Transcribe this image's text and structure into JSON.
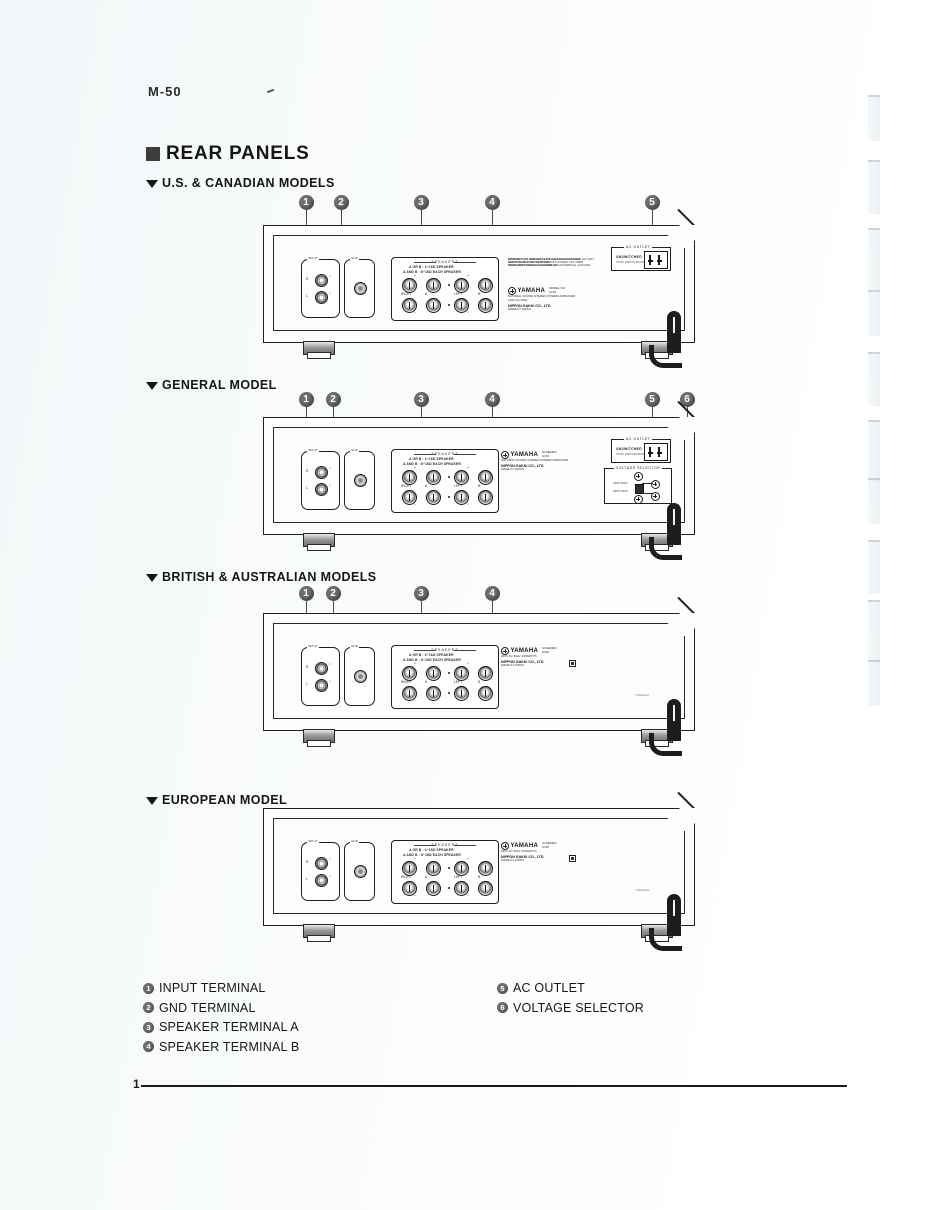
{
  "document": {
    "model_code": "M-50",
    "section_title": "REAR PANELS",
    "page_number": "1"
  },
  "panels": [
    {
      "heading": "U.S. & CANADIAN MODELS",
      "callouts": [
        "1",
        "2",
        "3",
        "4",
        "5"
      ],
      "has_ac_outlet": true,
      "has_voltage_selector": false,
      "ac_outlet": {
        "caption": "AC OUTLET",
        "sub": "UNSWITCHED",
        "sub2": "TOTAL 100W 1A MAXIMUM"
      },
      "warning_lines": [
        "WARNING: TO PREVENT FIRE OR SHOCK HAZARD, DO NOT",
        "EXPOSE THIS APPLIANCE TO RAIN OR MOISTURE.",
        "CAUTION: DO NOT REMOVE THIS COVER. NO USER",
        "SERVICEABLE PARTS INSIDE.",
        "ATTENTION: NE PAS ENLEVER LE COUVERCLE. AUCUNE",
        "PIECE REPARABLE A L'INTERIEUR."
      ],
      "nameplate": {
        "brand": "YAMAHA",
        "model_label": "MODEL NO.",
        "model_value": "M-50",
        "line1": "NATURAL SOUND STEREO POWER AMPLIFIER",
        "line2": "120V AC  60Hz",
        "company": "NIPPON GAKKI CO., LTD.",
        "origin": "MADE IN JAPAN"
      }
    },
    {
      "heading": "GENERAL MODEL",
      "callouts": [
        "1",
        "2",
        "3",
        "4",
        "5",
        "6"
      ],
      "has_ac_outlet": true,
      "has_voltage_selector": true,
      "ac_outlet": {
        "caption": "AC OUTLET",
        "sub": "UNSWITCHED",
        "sub2": "TOTAL 100W MAXIMUM"
      },
      "voltage_selector": {
        "caption": "VOLTAGE SELECTOR",
        "options": [
          "110V-120V",
          "220V-240V"
        ]
      },
      "nameplate": {
        "brand": "YAMAHA",
        "model_label": "M-SERIES",
        "model_value": "M-50",
        "line1": "NATURAL SOUND STEREO POWER AMPLIFIER",
        "company": "NIPPON GAKKI CO., LTD.",
        "origin": "MADE IN JAPAN"
      }
    },
    {
      "heading": "BRITISH & AUSTRALIAN MODELS",
      "callouts": [
        "1",
        "2",
        "3",
        "4"
      ],
      "has_ac_outlet": false,
      "has_voltage_selector": false,
      "nameplate": {
        "brand": "YAMAHA",
        "model_label": "M-SERIES",
        "model_value": "M-50",
        "line1": "240V AC  50Hz  330WATTS",
        "company": "NIPPON GAKKI CO., LTD.",
        "origin": "MADE IN JAPAN"
      }
    },
    {
      "heading": "EUROPEAN MODEL",
      "callouts": [
        "1",
        "2",
        "3",
        "4"
      ],
      "has_ac_outlet": false,
      "has_voltage_selector": false,
      "nameplate": {
        "brand": "YAMAHA",
        "model_label": "M-SERIES",
        "model_value": "M-50",
        "line1": "220V AC  50Hz  330WATTS",
        "company": "NIPPON GAKKI CO., LTD.",
        "origin": "MADE IN JAPAN"
      }
    }
  ],
  "terminals": {
    "input_label": "INPUT",
    "gnd_label": "GND",
    "input_channels": [
      "R",
      "L"
    ],
    "speaker_block": {
      "title": "SPEAKERS",
      "line1": "A OR B : 4~16Ω SPEAKER",
      "line2": "A AND B : 8~16Ω EACH SPEAKER",
      "row_labels": [
        "RIGHT",
        "LEFT"
      ],
      "group_a": "A",
      "group_b": "B",
      "polarity": [
        "+",
        "−"
      ]
    }
  },
  "legend": {
    "left": [
      {
        "num": "1",
        "label": "INPUT TERMINAL"
      },
      {
        "num": "2",
        "label": "GND TERMINAL"
      },
      {
        "num": "3",
        "label": "SPEAKER TERMINAL A"
      },
      {
        "num": "4",
        "label": "SPEAKER TERMINAL B"
      }
    ],
    "right": [
      {
        "num": "5",
        "label": "AC OUTLET"
      },
      {
        "num": "6",
        "label": "VOLTAGE SELECTOR"
      }
    ]
  }
}
